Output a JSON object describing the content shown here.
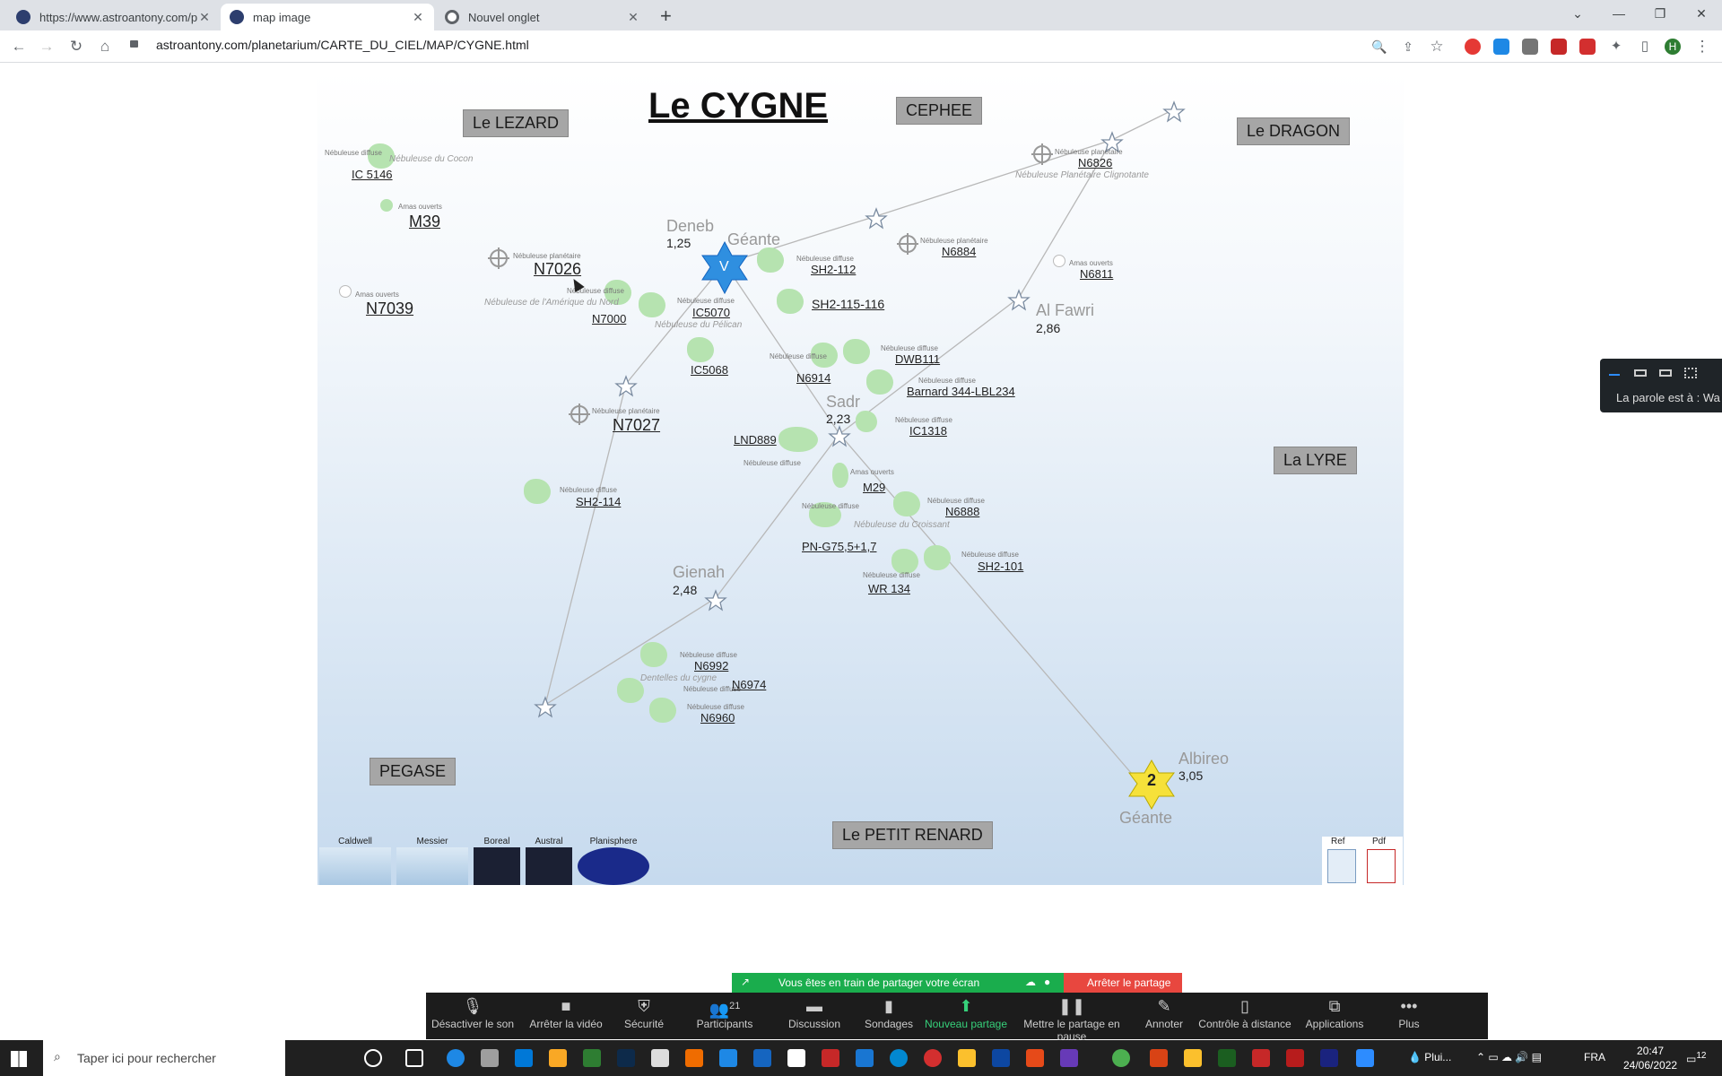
{
  "browser": {
    "tabs": [
      {
        "title": "https://www.astroantony.com/pl",
        "fav": "#2d3e6e"
      },
      {
        "title": "map image",
        "fav": "#2d3e6e"
      },
      {
        "title": "Nouvel onglet",
        "fav": "#5f6368"
      }
    ],
    "url": "astroantony.com/planetarium/CARTE_DU_CIEL/MAP/CYGNE.html",
    "profile": "H"
  },
  "map": {
    "title": "Le CYGNE",
    "constellations": [
      "Le LEZARD",
      "CEPHEE",
      "Le DRAGON",
      "La LYRE",
      "PEGASE",
      "Le PETIT RENARD"
    ],
    "stars": {
      "deneb": {
        "name": "Deneb",
        "mag": "1,25",
        "type": "Géante",
        "mark": "V"
      },
      "alfawri": {
        "name": "Al Fawri",
        "mag": "2,86"
      },
      "sadr": {
        "name": "Sadr",
        "mag": "2,23"
      },
      "gienah": {
        "name": "Gienah",
        "mag": "2,48"
      },
      "albireo": {
        "name": "Albireo",
        "mag": "3,05",
        "type": "Géante",
        "mark": "2"
      }
    },
    "objects": [
      {
        "id": "IC 5146",
        "kind": "Nébuleuse diffuse",
        "note": "Nébuleuse du Cocon"
      },
      {
        "id": "M39",
        "kind": "Amas ouverts"
      },
      {
        "id": "N7026",
        "kind": "Nébuleuse planétaire"
      },
      {
        "id": "N7039",
        "kind": "Amas ouverts"
      },
      {
        "id": "N7000",
        "kind": "Nébuleuse diffuse",
        "note": "Nébuleuse de l'Amérique du Nord"
      },
      {
        "id": "IC5070",
        "kind": "Nébuleuse diffuse",
        "note": "Nébuleuse du Pélican"
      },
      {
        "id": "IC5068",
        "kind": ""
      },
      {
        "id": "N7027",
        "kind": "Nébuleuse planétaire"
      },
      {
        "id": "SH2-114",
        "kind": "Nébuleuse diffuse"
      },
      {
        "id": "SH2-112",
        "kind": "Nébuleuse diffuse"
      },
      {
        "id": "SH2-115-116",
        "kind": ""
      },
      {
        "id": "N6884",
        "kind": "Nébuleuse planétaire"
      },
      {
        "id": "N6826",
        "kind": "Nébuleuse planétaire",
        "note": "Nébuleuse Planétaire Clignotante"
      },
      {
        "id": "N6811",
        "kind": "Amas ouverts"
      },
      {
        "id": "DWB111",
        "kind": "Nébuleuse diffuse"
      },
      {
        "id": "N6914",
        "kind": "Nébuleuse diffuse"
      },
      {
        "id": "Barnard 344-LBL234",
        "kind": "Nébuleuse diffuse"
      },
      {
        "id": "IC1318",
        "kind": "Nébuleuse diffuse"
      },
      {
        "id": "LND889",
        "kind": "Nébuleuse diffuse"
      },
      {
        "id": "M29",
        "kind": "Amas ouverts"
      },
      {
        "id": "N6888",
        "kind": "Nébuleuse diffuse",
        "note": "Nébuleuse du Croissant"
      },
      {
        "id": "PN-G75,5+1,7",
        "kind": "Nébuleuse diffuse"
      },
      {
        "id": "SH2-101",
        "kind": "Nébuleuse diffuse"
      },
      {
        "id": "WR 134",
        "kind": "Nébuleuse diffuse"
      },
      {
        "id": "N6992",
        "kind": "Nébuleuse diffuse",
        "note": "Dentelles du cygne"
      },
      {
        "id": "N6974",
        "kind": "Nébuleuse diffuse"
      },
      {
        "id": "N6960",
        "kind": "Nébuleuse diffuse"
      }
    ],
    "thumbs": [
      "Caldwell",
      "Messier",
      "Boreal",
      "Austral",
      "Planisphere"
    ],
    "ref": "Ref",
    "pdf": "Pdf"
  },
  "side_panel": {
    "text": "La parole est à : Wa"
  },
  "zoom": {
    "sharing": "Vous êtes en train de partager votre écran",
    "stop": "Arrêter le partage",
    "participants_count": "21",
    "buttons": [
      "Désactiver le son",
      "Arrêter la vidéo",
      "Sécurité",
      "Participants",
      "Discussion",
      "Sondages",
      "Nouveau partage",
      "Mettre le partage en pause",
      "Annoter",
      "Contrôle à distance",
      "Applications",
      "Plus"
    ]
  },
  "taskbar": {
    "search": "Taper ici pour rechercher",
    "lang": "FRA",
    "time": "20:47",
    "date": "24/06/2022",
    "weather": "Plui...",
    "notif": "12"
  }
}
